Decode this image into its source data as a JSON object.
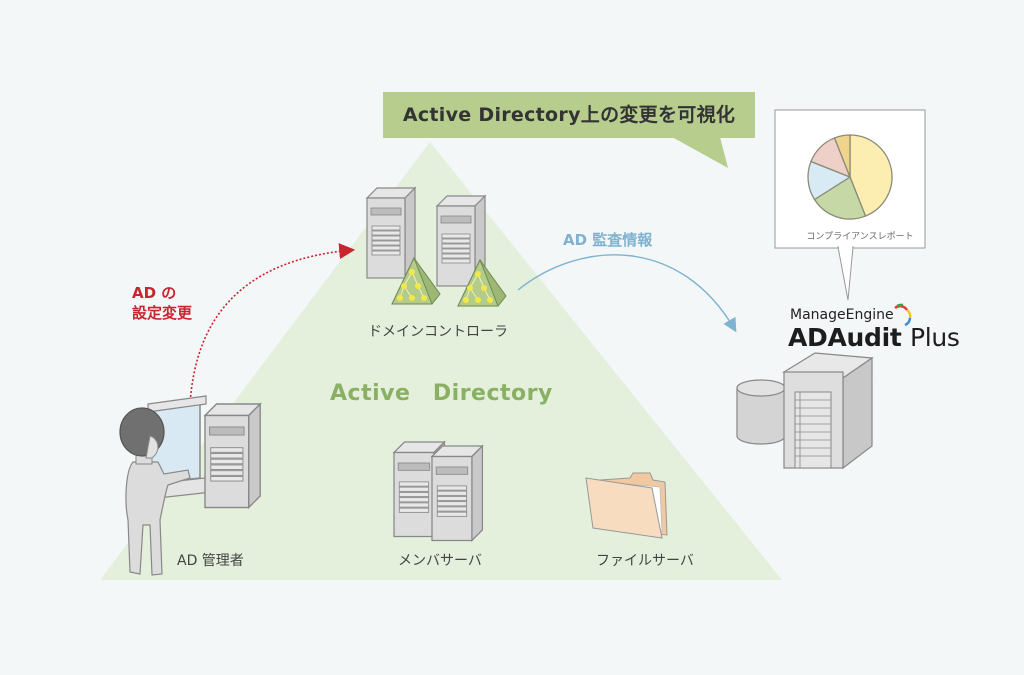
{
  "callout": {
    "title": "Active Directory上の変更を可視化"
  },
  "domain_label": "Active　Directory",
  "nodes": {
    "domain_controller": "ドメインコントローラ",
    "admin": "AD 管理者",
    "member_server": "メンバサーバ",
    "file_server": "ファイルサーバ"
  },
  "arrows": {
    "config_change": {
      "line1": "AD の",
      "line2": "設定変更",
      "color": "#c9252f"
    },
    "audit_info": {
      "label": "AD 監査情報",
      "color": "#7fb3cf"
    }
  },
  "report": {
    "label": "コンプライアンスレポート",
    "pie_slices": [
      {
        "name": "yellow",
        "fraction": 0.44,
        "color": "#fbeeb0"
      },
      {
        "name": "green",
        "fraction": 0.22,
        "color": "#c6d8a6"
      },
      {
        "name": "blue",
        "fraction": 0.15,
        "color": "#d8ebf5"
      },
      {
        "name": "pink",
        "fraction": 0.13,
        "color": "#efd0c8"
      },
      {
        "name": "gold",
        "fraction": 0.06,
        "color": "#f1d48b"
      }
    ]
  },
  "product": {
    "vendor": "ManageEngine",
    "name_bold": "ADAudit",
    "name_thin": "Plus"
  },
  "colors": {
    "background": "#f3f7f8",
    "triangle": "#e4efdc",
    "callout_bg": "#b6cd8d"
  }
}
